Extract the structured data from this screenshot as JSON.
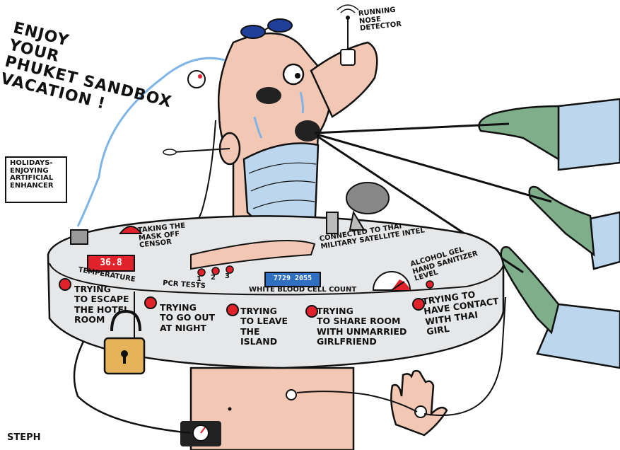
{
  "title": "ENJOY\nYOUR\nPHUKET SANDBOX\nVACATION !",
  "labels": {
    "running_nose": "RUNNING\nNOSE\nDETECTOR",
    "holidays": "HOLIDAYS-\nENJOYING\nARTIFICIAL\nENHANCER",
    "mask_sensor": "TAKING THE\nMASK OFF\nCENSOR",
    "satellite": "CONNECTED TO THAI\nMILITARY SATELLITE INTEL",
    "gel": "ALCOHOL GEL\nHAND SANITIZER\nLEVEL",
    "temperature": "TEMPERATURE",
    "pcr": "PCR TESTS",
    "pcr_nums": [
      "1",
      "2",
      "3"
    ],
    "wbc": "WHITE BLOOD CELL COUNT"
  },
  "readouts": {
    "temperature_value": "36.8",
    "wbc_value": "7729 2055"
  },
  "buttons": [
    "TRYING\nTO ESCAPE\nTHE HOTEL\nROOM",
    "TRYING\nTO GO OUT\nAT NIGHT",
    "TRYING\nTO LEAVE\nTHE\nISLAND",
    "TRYING\nTO SHARE ROOM\nWITH UNMARRIED\nGIRLFRIEND",
    "TRYING TO\nHAVE CONTACT\nWITH THAI\nGIRL"
  ],
  "signature": "STEPH",
  "colors": {
    "skin": "#f2c7b4",
    "mask": "#bcd6ee",
    "machine": "#e6e7e9",
    "glove": "#7fae8a",
    "gown": "#bcd6ee",
    "red": "#e2222a",
    "display_blue": "#2e6fc0",
    "lock": "#e6b25a"
  }
}
